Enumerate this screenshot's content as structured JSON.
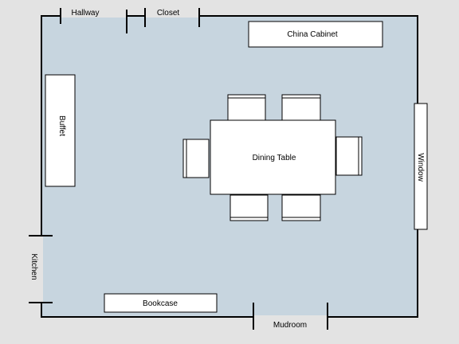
{
  "colors": {
    "page": "#e3e3e3",
    "floor": "#c7d5df",
    "furniture": "#ffffff",
    "line": "#000000"
  },
  "labels": {
    "hallway": "Hallway",
    "closet": "Closet",
    "china_cabinet": "China Cabinet",
    "buffet": "Buffet",
    "dining_table": "Dining Table",
    "window": "Window",
    "kitchen": "Kitchen",
    "bookcase": "Bookcase",
    "mudroom": "Mudroom"
  }
}
